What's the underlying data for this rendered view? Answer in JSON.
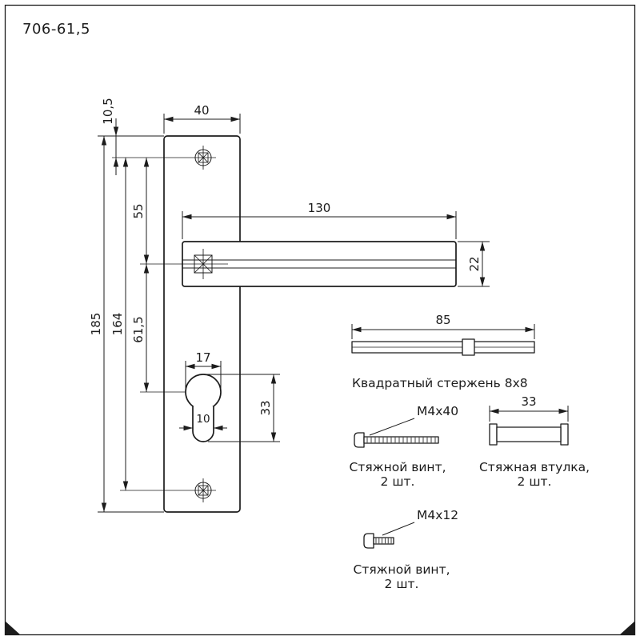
{
  "drawing": {
    "title": "706-61,5",
    "ink_color": "#1c1c1c",
    "bg_color": "#ffffff"
  },
  "dims": {
    "plate_width": "40",
    "top_hole_offset": "10,5",
    "plate_height": "185",
    "hole_spacing": "164",
    "hole_to_handle": "55",
    "handle_to_cylinder": "61,5",
    "handle_length": "130",
    "handle_height": "22",
    "cylinder_width": "17",
    "cylinder_slot": "10",
    "cylinder_height": "33",
    "rod_length": "85",
    "sleeve_length": "33"
  },
  "parts": {
    "rod_label": "Квадратный стержень 8x8",
    "screw_long_size": "M4x40",
    "screw_long_name": "Стяжной винт,",
    "screw_long_qty": "2 шт.",
    "sleeve_name": "Стяжная втулка,",
    "sleeve_qty": "2 шт.",
    "screw_short_size": "M4x12",
    "screw_short_name": "Стяжной винт,",
    "screw_short_qty": "2 шт."
  }
}
